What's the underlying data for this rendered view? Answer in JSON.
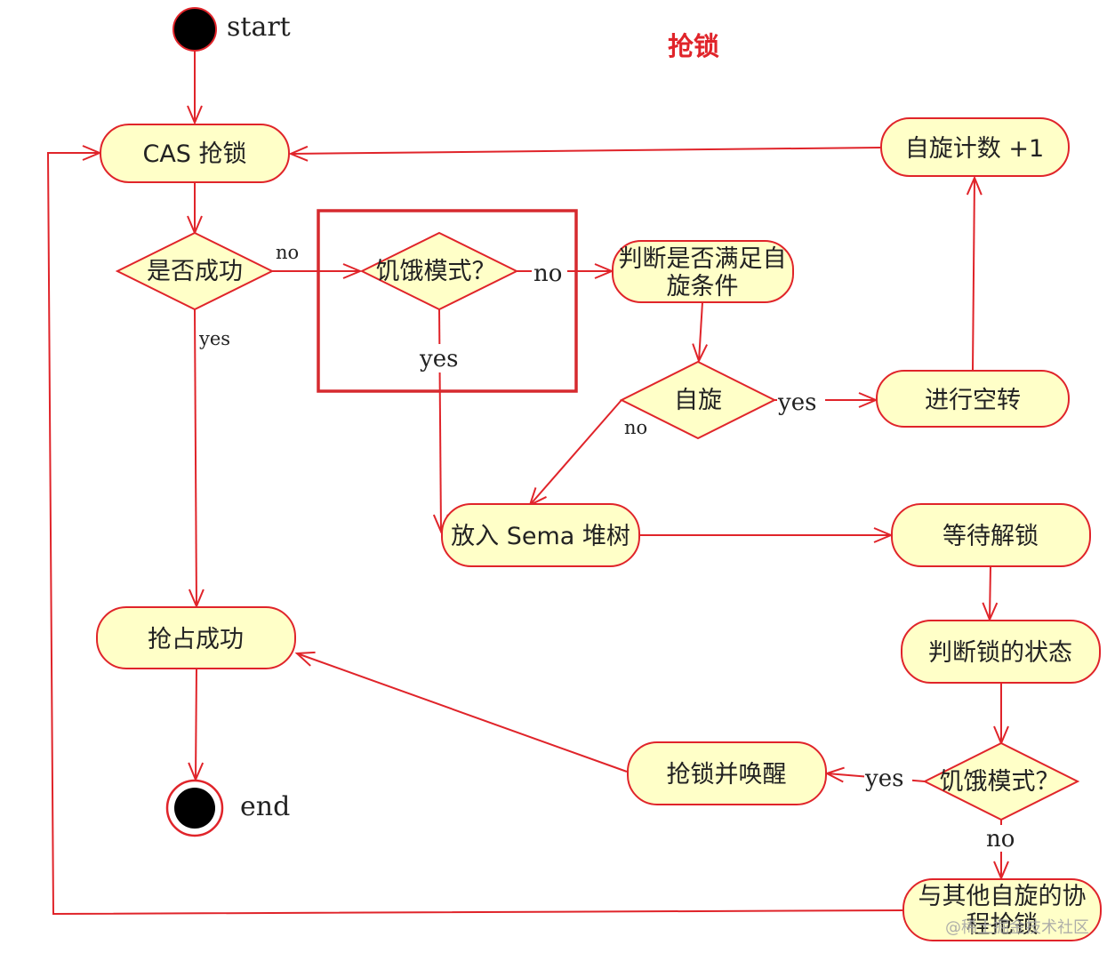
{
  "title": "抢锁",
  "watermark": "@稀土掘金技术社区",
  "colors": {
    "node_fill": "#ffffc8",
    "line": "#e0242a",
    "highlight_box": "#d62a2f",
    "title": "#e0242a"
  },
  "terminals": {
    "start": "start",
    "end": "end"
  },
  "nodes": {
    "cas_lock": "CAS 抢锁",
    "is_success": "是否成功",
    "starving_mode_1": "饥饿模式？",
    "check_spin_line1": "判断是否满足自",
    "check_spin_line2": "旋条件",
    "spin_decision": "自旋",
    "spin_count": "自旋计数 +1",
    "do_spin": "进行空转",
    "enqueue_sema": "放入 Sema 堆树",
    "wait_unlock": "等待解锁",
    "acquired": "抢占成功",
    "check_lock_state": "判断锁的状态",
    "starving_mode_2": "饥饿模式？",
    "grab_and_wake": "抢锁并唤醒",
    "compete_line1": "与其他自旋的协",
    "compete_line2": "程抢锁"
  },
  "edge_labels": {
    "success_no": "no",
    "success_yes": "yes",
    "starving1_no": "no",
    "starving1_yes": "yes",
    "spin_yes": "yes",
    "spin_no": "no",
    "starving2_yes": "yes",
    "starving2_no": "no"
  }
}
